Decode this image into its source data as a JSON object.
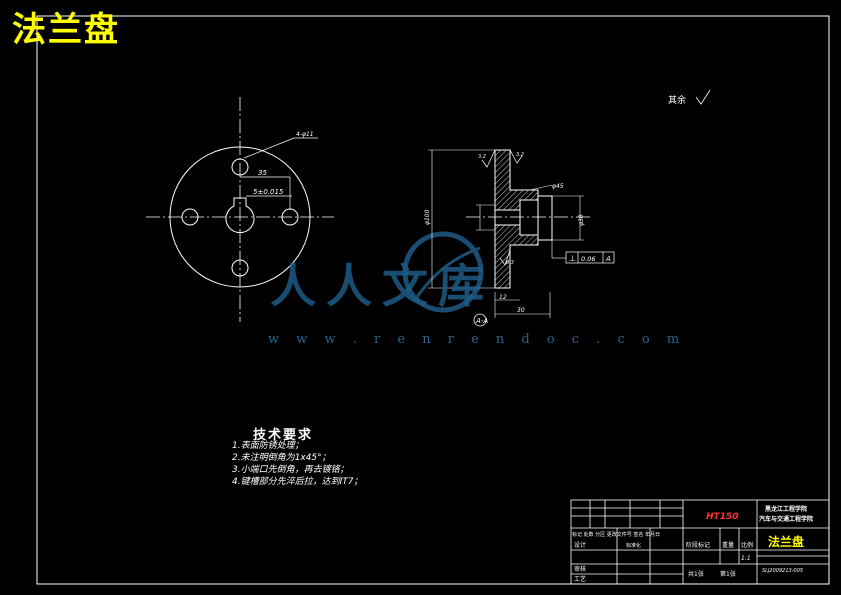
{
  "drawing": {
    "title": "法兰盘",
    "roughness_label": "其余",
    "watermark_url": "w w w . r e n r e n d o c . c o m",
    "watermark_logo": "人人文库"
  },
  "front_view": {
    "hole_label": "4-φ11",
    "dim_35": "35",
    "dim_keyway": "5±0.015"
  },
  "section_view": {
    "dim_diameter": "φ45",
    "dim_outer": "φ100",
    "dim_bore": "φ30",
    "dim_12": "12",
    "dim_30": "30",
    "tolerance_sym": "⊥",
    "tolerance_val": "0.06",
    "datum": "A",
    "section_label": "A-A",
    "rough_1": "3.2",
    "rough_2": "3.2",
    "rough_3": "6.3"
  },
  "tech_req": {
    "title": "技术要求",
    "items": [
      "1.表面防锈处理；",
      "2.未注明倒角为1x45°；",
      "3.小端口先倒角，再去镀铬；",
      "4.键槽部分先淬后拉，达到IT7；"
    ]
  },
  "title_block": {
    "material": "HT150",
    "school": "黑龙江工程学院",
    "dept": "汽车与交通工程学院",
    "part_name": "法兰盘",
    "drawing_no": "SLJ2009213-005",
    "scale_label": "比例",
    "scale_val": "1:1",
    "weight_label": "重量",
    "stage_label": "阶段标记",
    "sheets": "共1张",
    "sheet_no": "第1张",
    "designer": "设计",
    "standardize": "标准化",
    "reviewer": "审核",
    "process": "工艺",
    "mark_row": "标记 处数 分区 更改文件号 签名 年月日"
  }
}
